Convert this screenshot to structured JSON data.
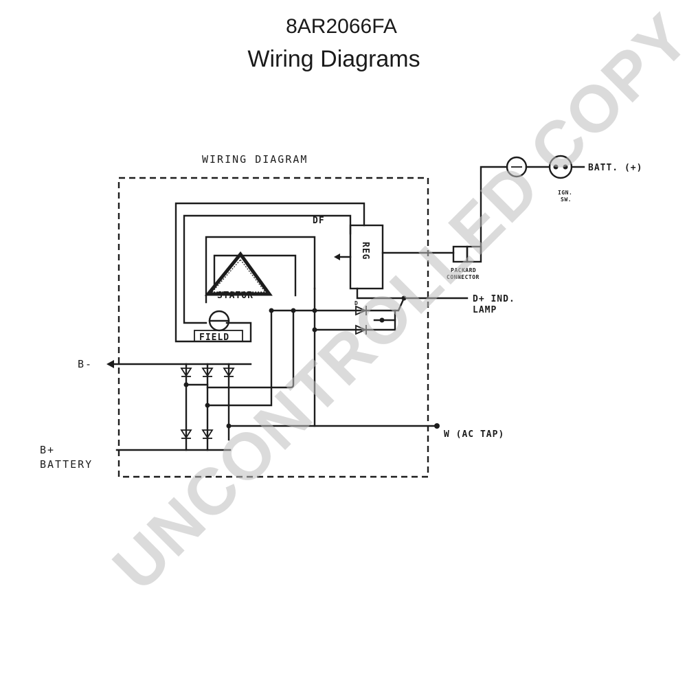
{
  "header": {
    "part_number": "8AR2066FA",
    "heading": "Wiring Diagrams"
  },
  "diagram": {
    "title": "WIRING DIAGRAM",
    "labels": {
      "df": "DF",
      "reg": "REG",
      "stator": "STATOR",
      "field": "FIELD",
      "b_minus": "B-",
      "b_plus": "B+",
      "battery": "BATTERY",
      "batt_plus": "BATT. (+)",
      "ign": "IGN.",
      "sw": "SW.",
      "packard": "PACKARD",
      "connector": "CONNECTOR",
      "d_plus_ind": "D+ IND.",
      "lamp": "LAMP",
      "w_ac_tap": "W (AC TAP)"
    }
  },
  "watermark": {
    "text": "UNCONTROLLED COPY",
    "color": "#bdbdbd"
  }
}
